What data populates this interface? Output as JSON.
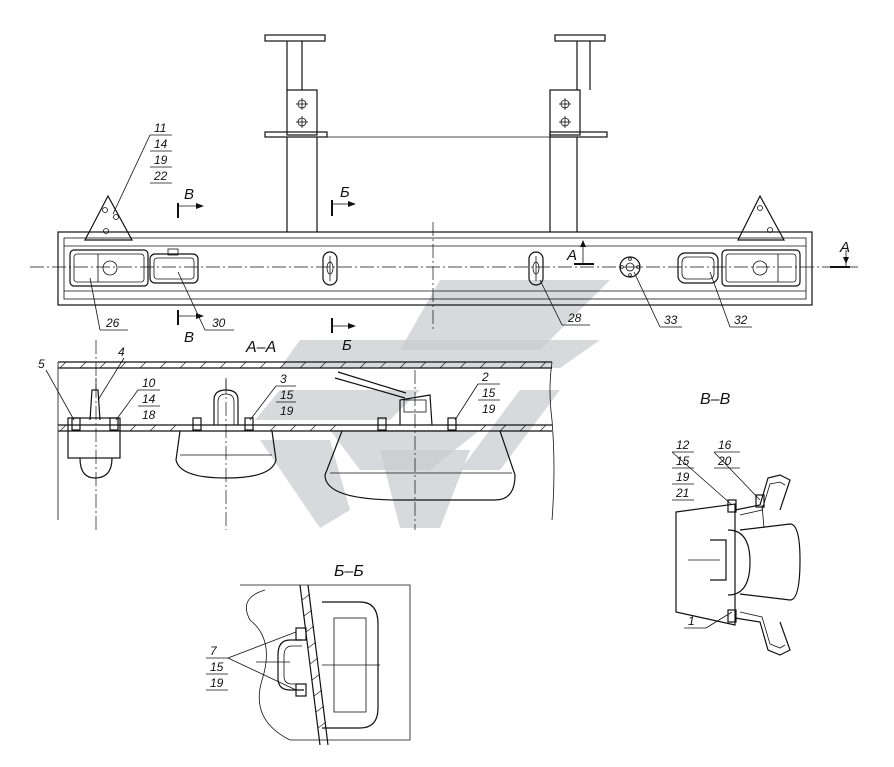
{
  "drawing": {
    "callouts": {
      "c11": [
        "11",
        "14",
        "19",
        "22"
      ],
      "c26": "26",
      "c30": "30",
      "c28": "28",
      "c33": "33",
      "c32": "32",
      "c5": "5",
      "c4": "4",
      "c10": [
        "10",
        "14",
        "18"
      ],
      "c3": [
        "3",
        "15",
        "19"
      ],
      "c2": [
        "2",
        "15",
        "19"
      ],
      "c12": [
        "12",
        "15",
        "19",
        "21"
      ],
      "c16": [
        "16",
        "20"
      ],
      "c1": "1",
      "c7": [
        "7",
        "15",
        "19"
      ]
    },
    "section_marks": {
      "a": "А",
      "b": "Б",
      "v": "В"
    },
    "section_titles": {
      "aa": "А–А",
      "bb": "Б–Б",
      "vv": "В–В"
    }
  }
}
